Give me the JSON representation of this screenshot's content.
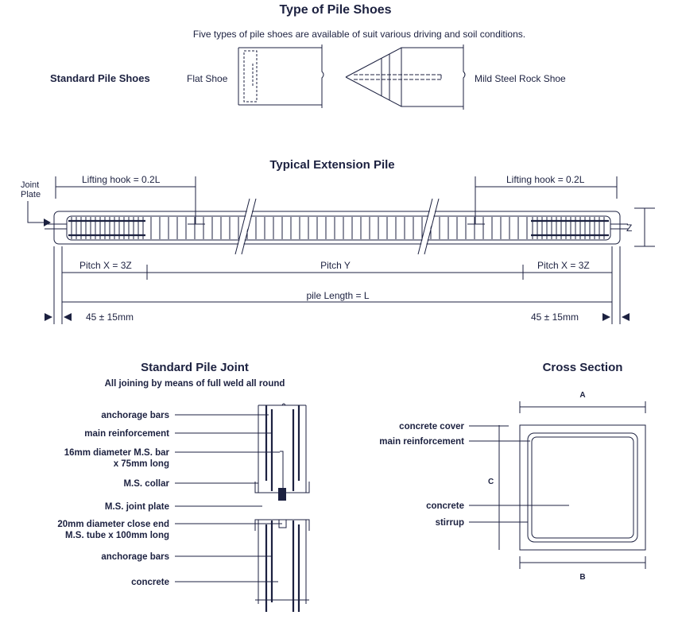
{
  "shoes": {
    "title": "Type of Pile Shoes",
    "subtitle": "Five types of pile shoes are available of suit various driving and soil conditions.",
    "section_label": "Standard Pile Shoes",
    "flat_label": "Flat Shoe",
    "rock_label": "Mild Steel Rock Shoe"
  },
  "extension": {
    "title": "Typical Extension Pile",
    "joint_plate": [
      "Joint",
      "Plate"
    ],
    "hook_left": "Lifting hook = 0.2L",
    "hook_right": "Lifting hook = 0.2L",
    "z_label": "Z",
    "pitch_x_left": "Pitch X = 3Z",
    "pitch_y": "Pitch Y",
    "pitch_x_right": "Pitch X = 3Z",
    "length": "pile Length = L",
    "tol_left": "45 ± 15mm",
    "tol_right": "45 ± 15mm"
  },
  "joint": {
    "title": "Standard Pile Joint",
    "subtitle": "All joining by means of full weld all round",
    "labels": [
      [
        "anchorage bars"
      ],
      [
        "main reinforcement"
      ],
      [
        "16mm diameter M.S. bar",
        "x 75mm long"
      ],
      [
        "M.S. collar"
      ],
      [
        "M.S. joint plate"
      ],
      [
        "20mm diameter close end",
        "M.S. tube x 100mm long"
      ],
      [
        "anchorage bars"
      ],
      [
        "concrete"
      ]
    ]
  },
  "cross": {
    "title": "Cross Section",
    "a": "A",
    "b": "B",
    "c": "C",
    "labels": [
      "concrete cover",
      "main reinforcement",
      "concrete",
      "stirrup"
    ]
  }
}
